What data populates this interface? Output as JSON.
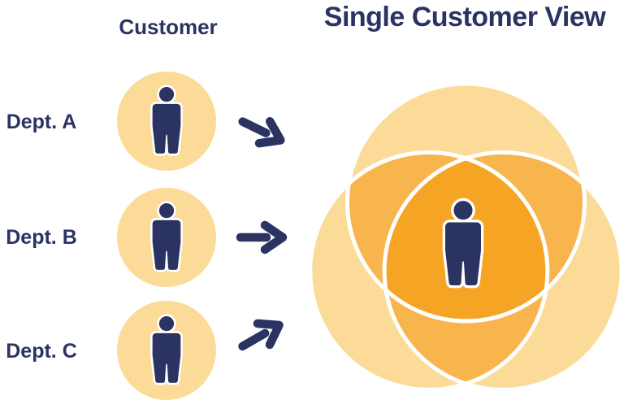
{
  "title": "Single Customer View",
  "column_header": "Customer",
  "departments": [
    {
      "label": "Dept. A"
    },
    {
      "label": "Dept. B"
    },
    {
      "label": "Dept. C"
    }
  ],
  "icons": {
    "person": "person-icon",
    "arrow": "arrow-right-icon"
  },
  "colors": {
    "navy": "#2B3363",
    "circle-light": "#FBDB97",
    "overlap-medium": "#F8B54D",
    "overlap-dark": "#F5A424",
    "outline": "#FFFFFF",
    "background": "#FFFFFF"
  }
}
